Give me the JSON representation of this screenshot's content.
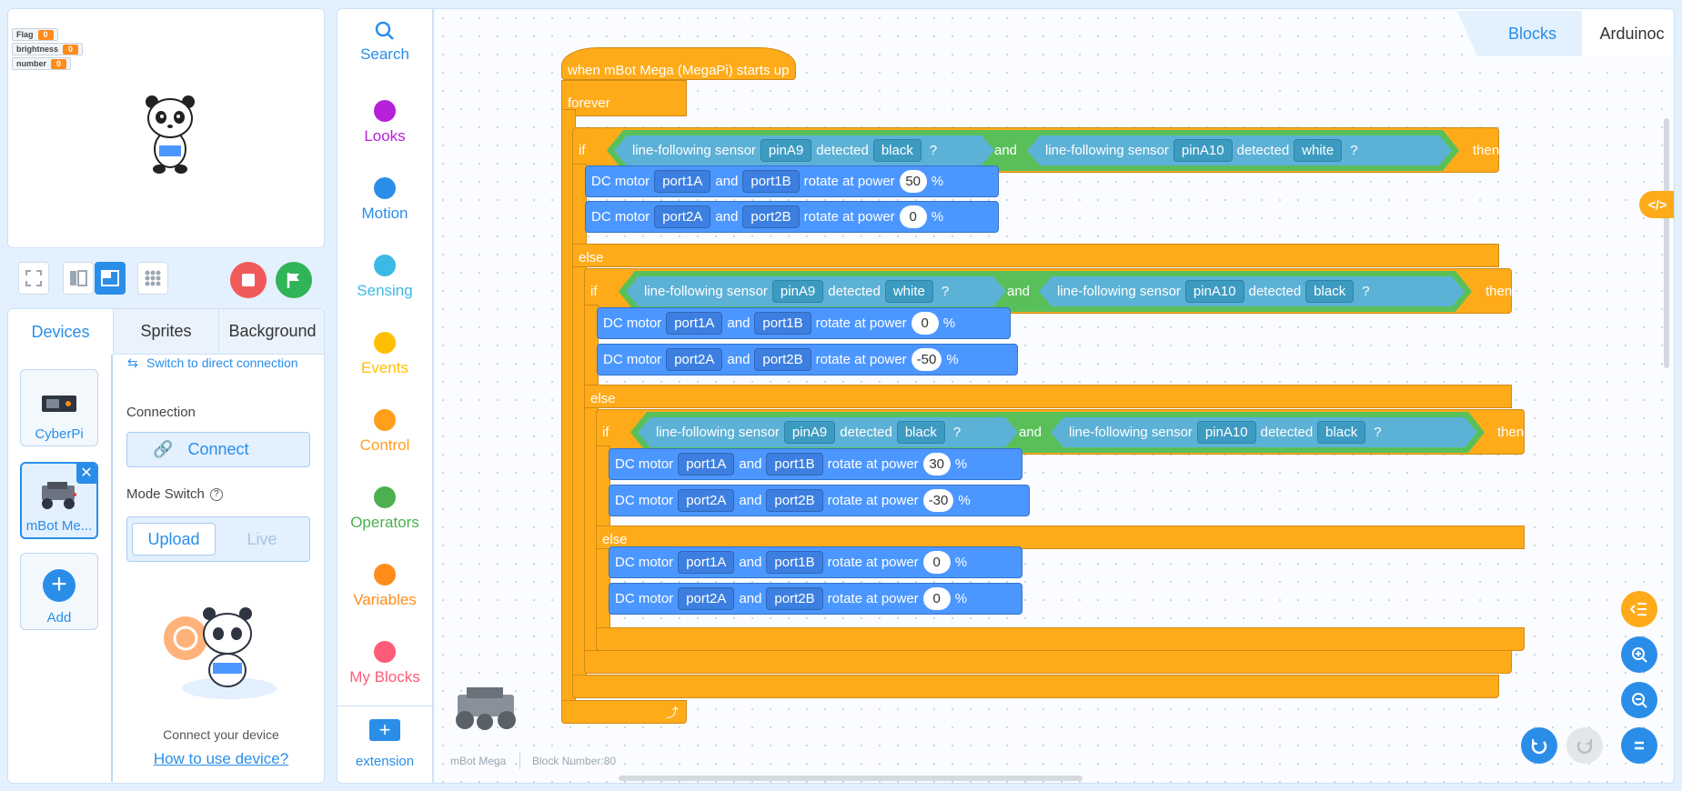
{
  "stage": {
    "variables": [
      {
        "name": "Flag",
        "value": "0"
      },
      {
        "name": "brightness",
        "value": "0"
      },
      {
        "name": "number",
        "value": "0"
      }
    ]
  },
  "tabs": [
    "Devices",
    "Sprites",
    "Background"
  ],
  "devices": [
    {
      "name": "CyberPi"
    },
    {
      "name": "mBot Me..."
    },
    {
      "name": "Add"
    }
  ],
  "connection": {
    "switch_text": "Switch to direct connection",
    "heading": "Connection",
    "connect_label": "Connect",
    "mode_label": "Mode Switch",
    "modes": [
      "Upload",
      "Live"
    ],
    "connect_msg": "Connect your device",
    "help_link": "How to use device?"
  },
  "palette": [
    {
      "label": "Search",
      "color": "#2a8ee9"
    },
    {
      "label": "Looks",
      "color": "#b620d8"
    },
    {
      "label": "Motion",
      "color": "#2a8ee9"
    },
    {
      "label": "Sensing",
      "color": "#3cb9e4"
    },
    {
      "label": "Events",
      "color": "#ffbf00"
    },
    {
      "label": "Control",
      "color": "#ff9f1a"
    },
    {
      "label": "Operators",
      "color": "#4caf50"
    },
    {
      "label": "Variables",
      "color": "#ff8c1a"
    },
    {
      "label": "My Blocks",
      "color": "#ff5a78"
    },
    {
      "label": "extension",
      "color": "#2a8ee9"
    }
  ],
  "code_tabs": [
    "Blocks",
    "Arduinoc"
  ],
  "script": {
    "hat": "when mBot Mega (MegaPi) starts up",
    "forever": "forever",
    "kw": {
      "if": "if",
      "else": "else",
      "and": "and",
      "then": "then"
    },
    "sensor": "line-following sensor",
    "detected": "detected",
    "q": "?",
    "motor": "DC motor",
    "and": "and",
    "rotate": "rotate at power",
    "pct": "%",
    "conds": [
      {
        "pinA": "pinA9",
        "colA": "black",
        "pinB": "pinA10",
        "colB": "white"
      },
      {
        "pinA": "pinA9",
        "colA": "white",
        "pinB": "pinA10",
        "colB": "black"
      },
      {
        "pinA": "pinA9",
        "colA": "black",
        "pinB": "pinA10",
        "colB": "black"
      }
    ],
    "motors": [
      {
        "p1": "port1A",
        "p2": "port1B",
        "power": "50"
      },
      {
        "p1": "port2A",
        "p2": "port2B",
        "power": "0"
      },
      {
        "p1": "port1A",
        "p2": "port1B",
        "power": "0"
      },
      {
        "p1": "port2A",
        "p2": "port2B",
        "power": "-50"
      },
      {
        "p1": "port1A",
        "p2": "port1B",
        "power": "30"
      },
      {
        "p1": "port2A",
        "p2": "port2B",
        "power": "-30"
      },
      {
        "p1": "port1A",
        "p2": "port1B",
        "power": "0"
      },
      {
        "p1": "port2A",
        "p2": "port2B",
        "power": "0"
      }
    ]
  },
  "footer": {
    "device": "mBot Mega",
    "block_number": "Block Number:80"
  }
}
